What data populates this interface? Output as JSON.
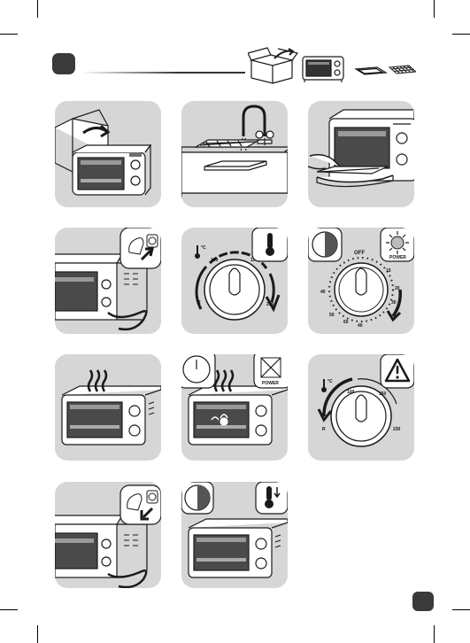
{
  "dial_labels": {
    "temp_min": "R",
    "temp_low": "100",
    "temp_mid": "150",
    "temp_max": "230",
    "temp_unit": "°C",
    "timer_off": "OFF",
    "timer_15": "15",
    "timer_20": "20",
    "timer_30": "30",
    "timer_40_right": "40",
    "timer_40_left": "40",
    "timer_50": "50",
    "timer_60": "60",
    "power_bubble": "POWER",
    "power_bubble_2": "POWER",
    "warn_temp_low": "100",
    "warn_temp_mid": "150",
    "warn_temp_min": "R",
    "warn_temp_max": "230",
    "warn_unit": "°C"
  },
  "colors": {
    "panel": "#d6d6d6",
    "badge": "#3a3a3a",
    "line": "#1a1a1a"
  },
  "icons": {
    "header": [
      "package-box-icon",
      "toaster-oven-icon",
      "baking-tray-icon",
      "wire-rack-icon"
    ],
    "steps": [
      "unpack",
      "wash-accessories",
      "insert-tray",
      "plug-in",
      "temperature-dial",
      "timer-dial",
      "preheat-smoke",
      "timer-no-power",
      "warning-temperature",
      "unplug",
      "cool-down"
    ]
  }
}
